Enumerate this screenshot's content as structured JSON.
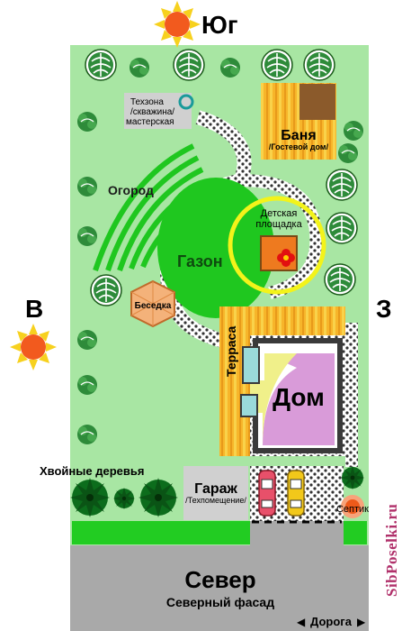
{
  "directions": {
    "south": "Юг",
    "east": "В",
    "west": "З",
    "north": "Север",
    "north_facade": "Северный фасад"
  },
  "labels": {
    "tech_zone": [
      "Техзона",
      "/скважина/",
      "мастерская"
    ],
    "bathhouse": "Баня",
    "guest_house": "/Гостевой дом/",
    "garden": "Огород",
    "playground": [
      "Детская",
      "площадка"
    ],
    "lawn": "Газон",
    "gazebo": "Беседка",
    "terrace": "Терраса",
    "house": "Дом",
    "conifers": "Хвойные деревья",
    "garage": "Гараж",
    "garage_sub": "/Техпомещение/",
    "septic": "Септик",
    "road": "Дорога"
  },
  "watermark": "SibPoselki.ru",
  "colors": {
    "plot": "#a8e6a3",
    "lawn": "#1fc71f",
    "house_wall": "#3a3a3a",
    "house_floor": "#d99bd9",
    "terrace": "#f6b52c",
    "road": "#a9a9a9",
    "sun": "#f25a1e"
  }
}
